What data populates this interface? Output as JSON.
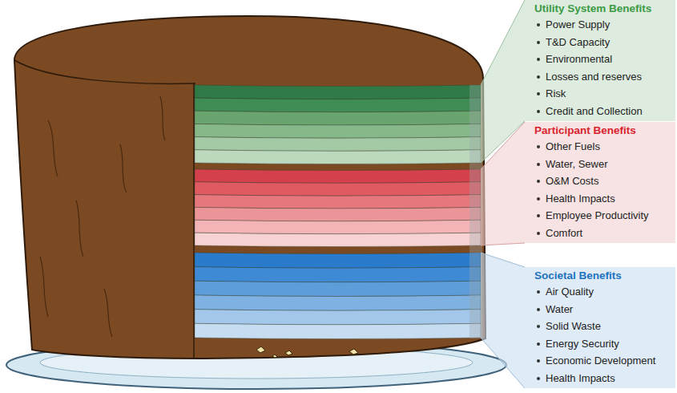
{
  "diagram": {
    "nodes": [
      {
        "text": [
          "Utility System Benefits",
          "Power Supply",
          "T&D Capacity",
          "Environmental",
          "Losses and reserves",
          "Risk",
          "Credit and Collection"
        ]
      },
      {
        "text": [
          "Participant Benefits",
          "Other Fuels",
          "Water, Sewer",
          "O&M Costs",
          "Health Impacts",
          "Employee Productivity",
          "Comfort"
        ]
      },
      {
        "text": [
          "Societal Benefits",
          "Air Quality",
          "Water",
          "Solid Waste",
          "Energy Security",
          "Economic Development",
          "Health Impacts"
        ]
      }
    ]
  }
}
